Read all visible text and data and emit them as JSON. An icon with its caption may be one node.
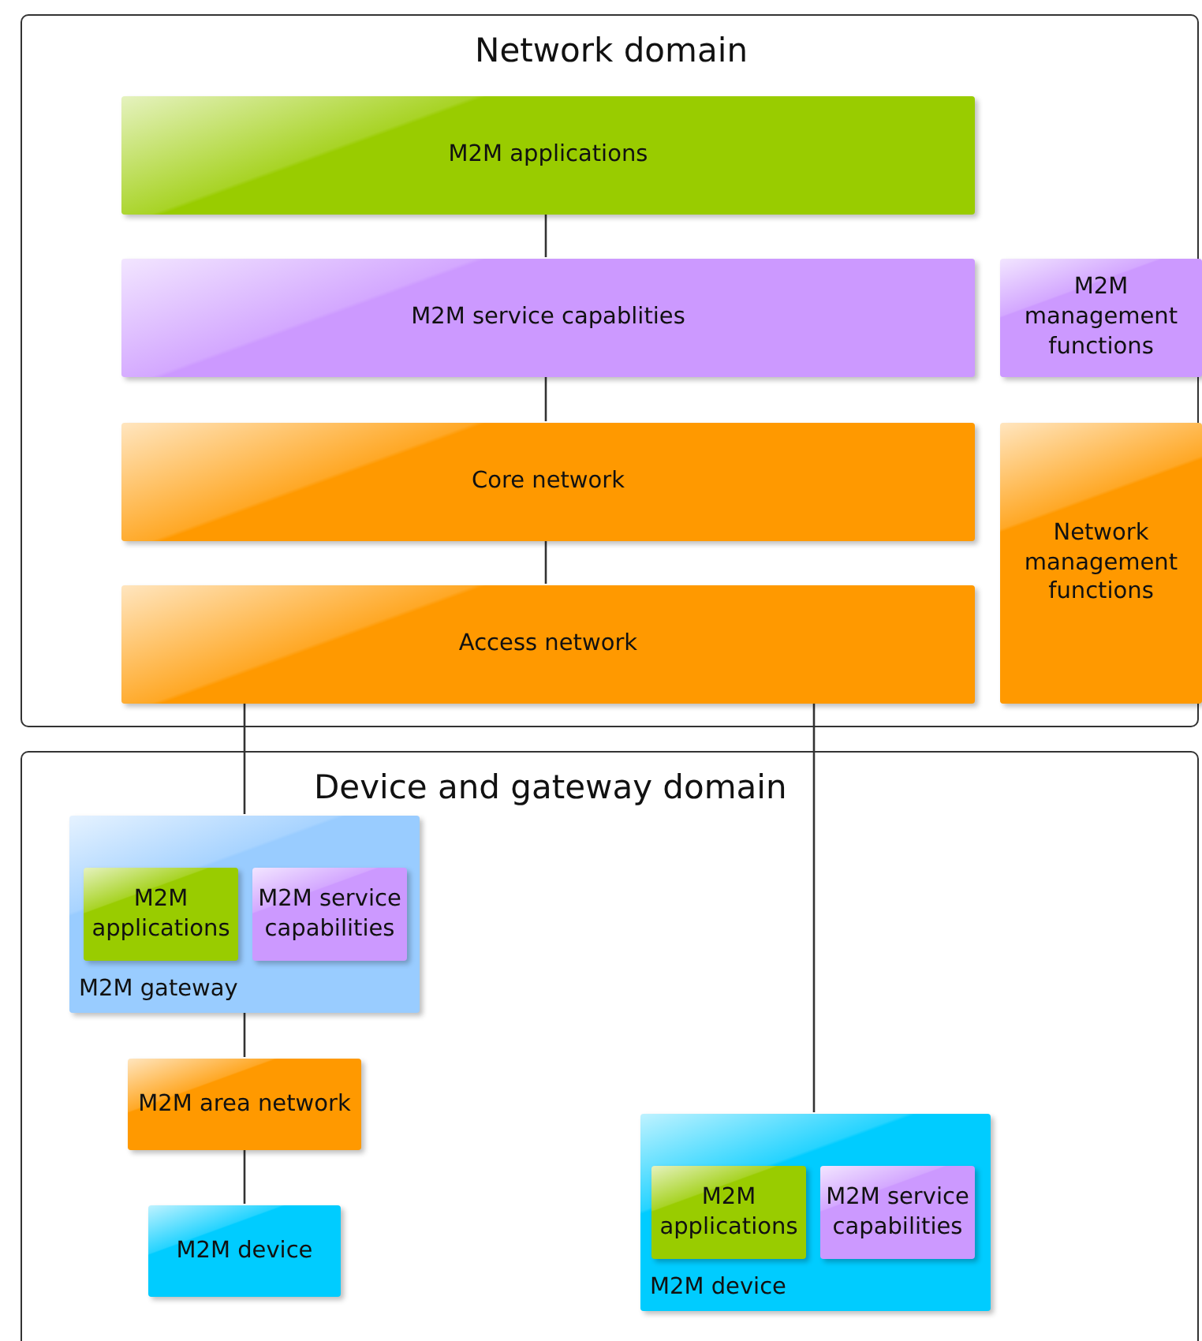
{
  "diagram": {
    "nodes": [
      {
        "text": [
          "Network domain"
        ]
      },
      {
        "text": [
          "M2M applications"
        ],
        "in": 0
      },
      {
        "text": [
          "M2M service capablities"
        ],
        "in": 0
      },
      {
        "text": [
          "M2M management functions"
        ],
        "in": 0
      },
      {
        "text": [
          "Core network"
        ],
        "in": 0
      },
      {
        "text": [
          "Network management functions"
        ],
        "in": 0
      },
      {
        "text": [
          "Access network"
        ],
        "in": 0
      },
      {
        "text": [
          "Device and gateway domain"
        ]
      },
      {
        "text": [
          "M2M gateway"
        ],
        "in": 7
      },
      {
        "text": [
          "M2M applications"
        ],
        "in": 8
      },
      {
        "text": [
          "M2M service capabilities"
        ],
        "in": 8
      },
      {
        "text": [
          "M2M area network"
        ],
        "in": 7
      },
      {
        "text": [
          "M2M device"
        ],
        "in": 7
      },
      {
        "text": [
          "M2M device"
        ],
        "in": 7
      },
      {
        "text": [
          "M2M applications"
        ],
        "in": 13
      },
      {
        "text": [
          "M2M service capabilities"
        ],
        "in": 13
      }
    ],
    "edges": [
      {
        "from": 1,
        "to": 2,
        "arrow": "none"
      },
      {
        "from": 2,
        "to": 4,
        "arrow": "none"
      },
      {
        "from": 4,
        "to": 6,
        "arrow": "none"
      },
      {
        "from": 6,
        "to": 8,
        "arrow": "none"
      },
      {
        "from": 6,
        "to": 13,
        "arrow": "none"
      },
      {
        "from": 8,
        "to": 11,
        "arrow": "none"
      },
      {
        "from": 11,
        "to": 12,
        "arrow": "none"
      }
    ]
  }
}
